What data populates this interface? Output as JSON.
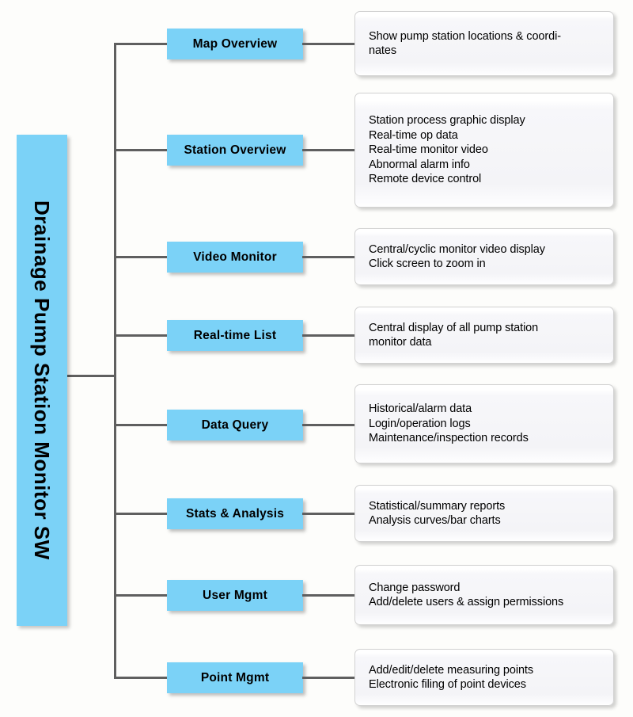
{
  "diagram": {
    "title": "Drainage Pump Station Monitor SW",
    "accent_color": "#7bd2f7",
    "line_color": "#5f5f5f",
    "background_color": "#fdfdfb",
    "desc_box_color": "#f4f4f7",
    "type": "tree-hierarchy",
    "modules": [
      {
        "label": "Map Overview",
        "description_lines": [
          "Show pump station locations & coordi-",
          "nates"
        ]
      },
      {
        "label": "Station Overview",
        "description_lines": [
          "Station process graphic display",
          "Real-time op data",
          "Real-time monitor video",
          "Abnormal alarm info",
          "Remote device control"
        ]
      },
      {
        "label": "Video Monitor",
        "description_lines": [
          "Central/cyclic monitor video display",
          "Click screen to zoom in"
        ]
      },
      {
        "label": "Real-time List",
        "description_lines": [
          "Central display of all pump station",
          "monitor data"
        ]
      },
      {
        "label": "Data Query",
        "description_lines": [
          "Historical/alarm data",
          "Login/operation logs",
          "Maintenance/inspection records"
        ]
      },
      {
        "label": "Stats & Analysis",
        "description_lines": [
          "Statistical/summary reports",
          "Analysis curves/bar charts"
        ]
      },
      {
        "label": "User Mgmt",
        "description_lines": [
          "Change password",
          "Add/delete users & assign permissions"
        ]
      },
      {
        "label": "Point Mgmt",
        "description_lines": [
          "Add/edit/delete measuring points",
          "Electronic filing of point devices"
        ]
      }
    ]
  }
}
